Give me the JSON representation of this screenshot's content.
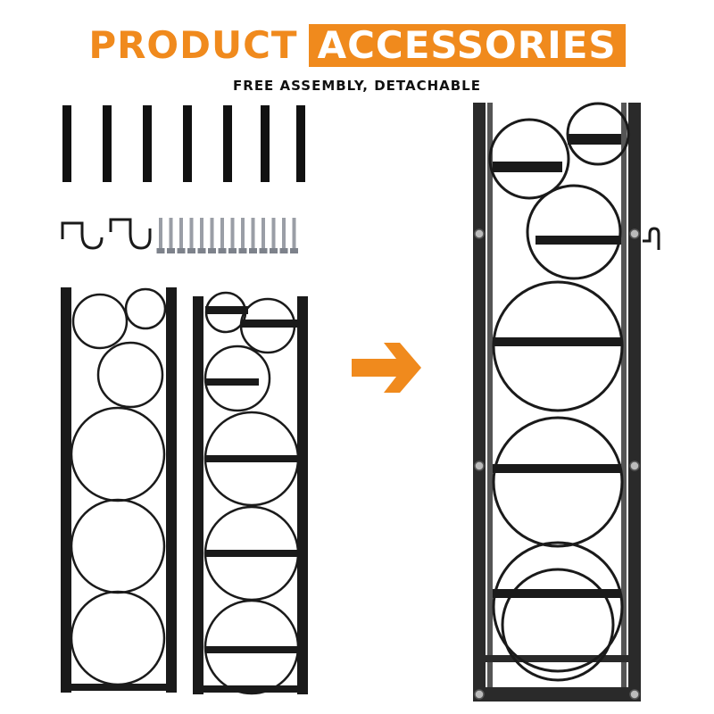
{
  "header": {
    "title_left": "PRODUCT",
    "title_right": "ACCESSORIES",
    "subtitle": "FREE ASSEMBLY, DETACHABLE"
  },
  "colors": {
    "accent": "#f08a1d",
    "frame": "#1a1a1a",
    "background": "#ffffff"
  },
  "parts": {
    "posts": 7,
    "hooks": 2,
    "bolts": 14
  },
  "icons": {
    "arrow": "arrow-right-icon"
  }
}
